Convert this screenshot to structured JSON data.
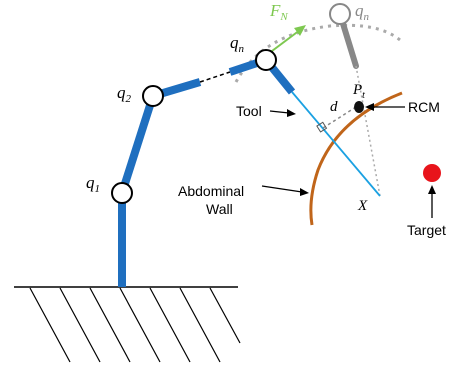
{
  "labels": {
    "q1_base": "q",
    "q1_sub": "1",
    "q2_base": "q",
    "q2_sub": "2",
    "qn_base": "q",
    "qn_sub": "n",
    "qn_ghost_base": "q",
    "qn_ghost_sub": "n",
    "fn_base": "F",
    "fn_sub": "N",
    "pt_base": "P",
    "pt_sub": "t",
    "d": "d",
    "x": "X",
    "tool": "Tool",
    "rcm": "RCM",
    "abdominal_line1": "Abdominal",
    "abdominal_line2": "Wall",
    "target": "Target"
  },
  "colors": {
    "link": "#1f6fbf",
    "tool_line": "#1ba1e2",
    "wall": "#c0651a",
    "force": "#7ec850",
    "ghost": "#888888",
    "target": "#e8141b",
    "rcm_dot": "#111111"
  }
}
